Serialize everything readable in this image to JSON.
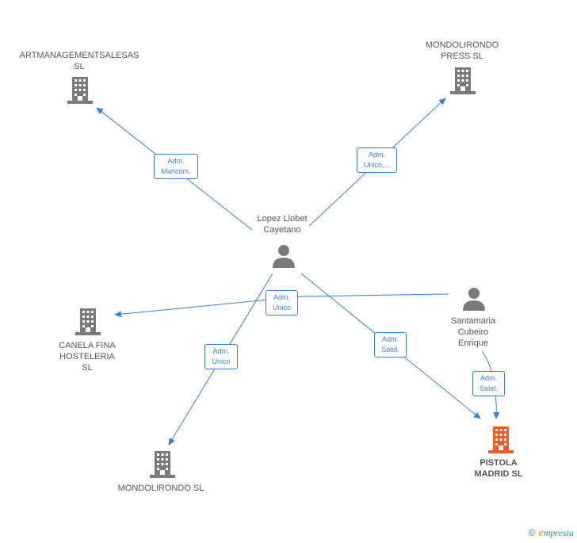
{
  "colors": {
    "edge": "#3a7fd5",
    "building": "#7a7a7a",
    "building_highlight": "#f05a28",
    "person": "#7a7a7a"
  },
  "nodes": {
    "artmanagement": {
      "label": "ARTMANAGEMENTSALESAS\nSL",
      "icon": "building-icon"
    },
    "mondolirondo_press": {
      "label": "MONDOLIRONDO\nPRESS  SL",
      "icon": "building-icon"
    },
    "lopez": {
      "label": "Lopez Llobet\nCayetano",
      "icon": "person-icon"
    },
    "canela": {
      "label": "CANELA FINA\nHOSTELERIA\nSL",
      "icon": "building-icon"
    },
    "santamaria": {
      "label": "Santamaria\nCubeiro\nEnrique",
      "icon": "person-icon"
    },
    "mondolirondo_sl": {
      "label": "MONDOLIRONDO SL",
      "icon": "building-icon"
    },
    "pistola": {
      "label": "PISTOLA\nMADRID  SL",
      "icon": "building-icon"
    }
  },
  "edges": [
    {
      "id": "e1",
      "label": "Adm.\nMancom."
    },
    {
      "id": "e2",
      "label": "Adm.\nUnico,..."
    },
    {
      "id": "e3",
      "label": "Adm.\nUnico"
    },
    {
      "id": "e4",
      "label": "Adm.\nUnico"
    },
    {
      "id": "e5",
      "label": "Adm.\nSolid."
    },
    {
      "id": "e6",
      "label": "Adm.\nSolid."
    }
  ],
  "footer": {
    "copyright": "©",
    "brand_initial": "e",
    "brand_rest": "mpresia"
  }
}
